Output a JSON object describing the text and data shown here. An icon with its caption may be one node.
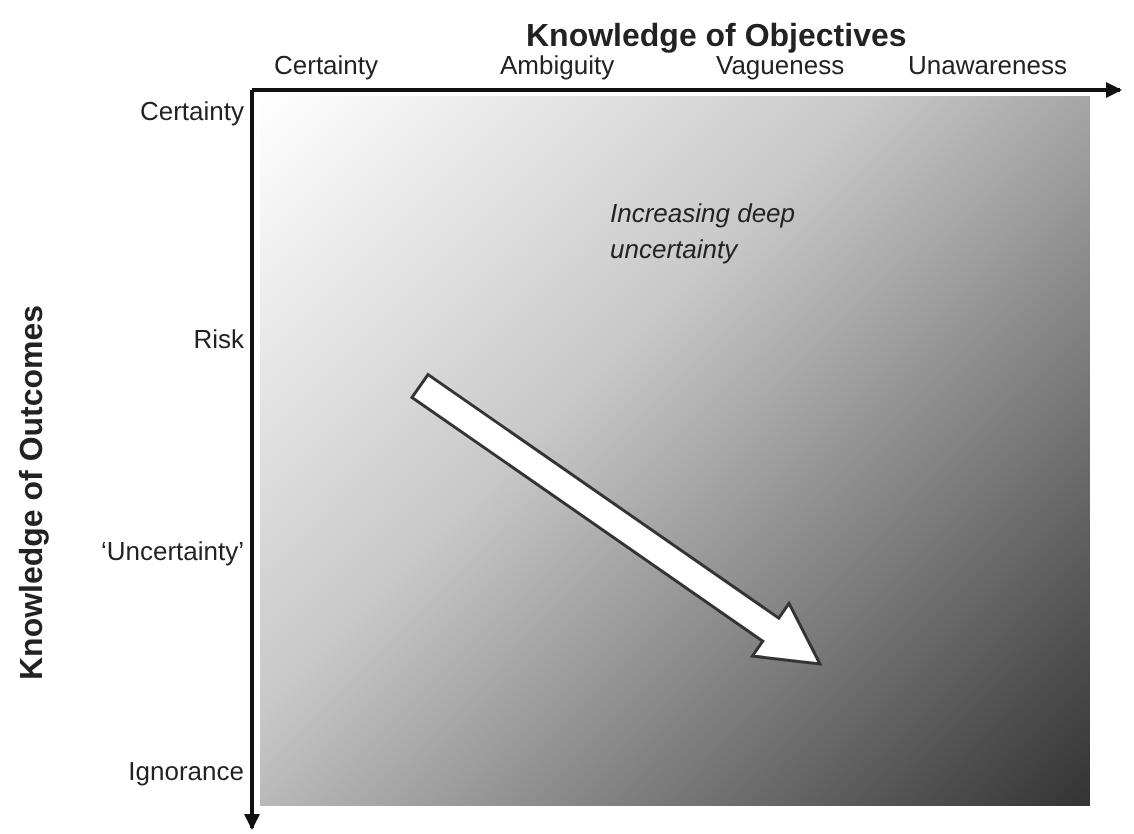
{
  "diagram": {
    "nodes": [
      {
        "text": [
          "Increasing deep uncertainty"
        ]
      }
    ],
    "labels": [
      "Knowledge of Objectives",
      "Certainty",
      "Ambiguity",
      "Vagueness",
      "Unawareness",
      "Knowledge of Outcomes",
      "Certainty",
      "Risk",
      "‘Uncertainty’",
      "Ignorance"
    ]
  }
}
